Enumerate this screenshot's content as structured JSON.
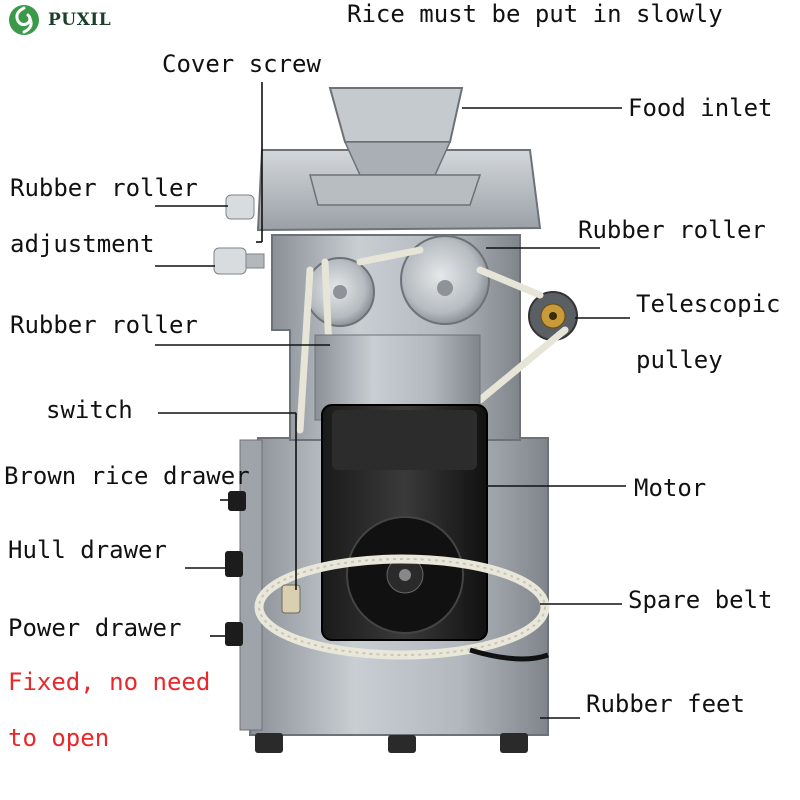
{
  "brand": {
    "name": "PUXIL",
    "logo_color": "#3a9a4a"
  },
  "header_note": "Rice must be put in slowly",
  "labels": {
    "cover_screw": "Cover screw",
    "food_inlet": "Food inlet",
    "rubber_roller_adj_1": "Rubber roller",
    "rubber_roller_adj_2": "adjustment",
    "rubber_roller_right": "Rubber roller",
    "rubber_roller_left": "Rubber roller",
    "telescopic_1": "Telescopic",
    "telescopic_2": "pulley",
    "switch": "switch",
    "brown_rice_drawer": "Brown rice drawer",
    "hull_drawer": "Hull drawer",
    "power_drawer": "Power drawer",
    "motor": "Motor",
    "spare_belt": "Spare belt",
    "rubber_feet": "Rubber feet",
    "fixed_note_1": "Fixed, no need",
    "fixed_note_2": "to open"
  },
  "colors": {
    "note_red": "#e8282a",
    "text": "#111111"
  }
}
